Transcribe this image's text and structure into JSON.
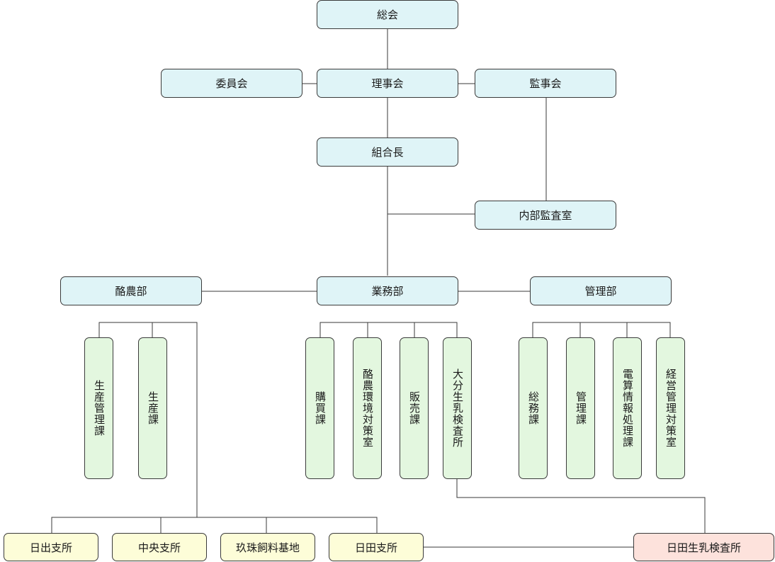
{
  "colors": {
    "line": "#3a3a3a",
    "blue_fill": "#dff4f7",
    "green_fill": "#e3f7df",
    "yellow_fill": "#fdfdd8",
    "pink_fill": "#fde2dc"
  },
  "nodes": {
    "general_assembly": "総会",
    "committee": "委員会",
    "board": "理事会",
    "auditors": "監事会",
    "president": "組合長",
    "internal_audit": "内部監査室",
    "dairy_dept": "酪農部",
    "operations_dept": "業務部",
    "admin_dept": "管理部",
    "dairy_sections": [
      "生産管理課",
      "生産課"
    ],
    "operations_sections": [
      "購買課",
      "酪農環境対策室",
      "販売課",
      "大分生乳検査所"
    ],
    "admin_sections": [
      "総務課",
      "管理課",
      "電算情報処理課",
      "経営管理対策室"
    ],
    "branches": [
      "日出支所",
      "中央支所",
      "玖珠飼料基地",
      "日田支所"
    ],
    "hita_lab": "日田生乳検査所"
  }
}
